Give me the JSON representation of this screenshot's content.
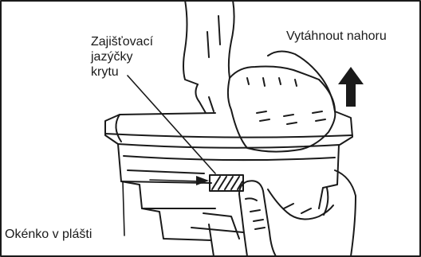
{
  "figure": {
    "labels": {
      "tabs_line1": "Zajišťovací",
      "tabs_line2": "jazýčky",
      "tabs_line3": "krytu",
      "pull_up": "Vytáhnout nahoru",
      "window": "Okénko v plášti"
    },
    "colors": {
      "ink": "#1a1a1a",
      "paper": "#ffffff"
    },
    "icons": [
      "up-arrow-icon",
      "leader-arrow-icon"
    ]
  }
}
